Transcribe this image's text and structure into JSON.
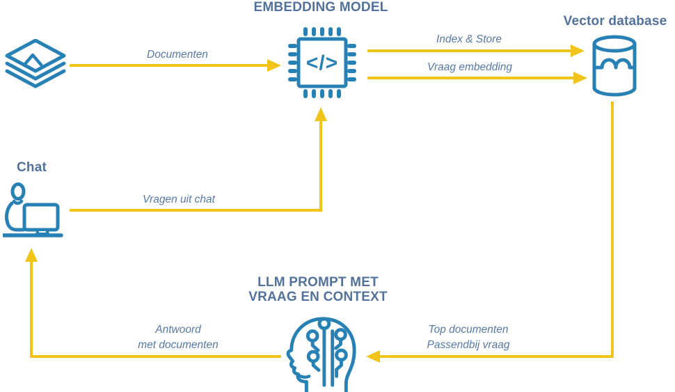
{
  "nodes": {
    "documents": {
      "icon": "document-stack-icon"
    },
    "embedding_model": {
      "title": "EMBEDDING MODEL",
      "icon": "chip-code-icon",
      "chip_glyph": "</>"
    },
    "vector_database": {
      "title": "Vector database",
      "icon": "database-icon"
    },
    "chat": {
      "title": "Chat",
      "icon": "person-computer-icon"
    },
    "llm": {
      "title_line1": "LLM PROMPT MET",
      "title_line2": "VRAAG EN CONTEXT",
      "icon": "ai-head-icon"
    }
  },
  "edges": {
    "documenten": {
      "label": "Documenten",
      "from": "documents",
      "to": "embedding_model"
    },
    "index_store": {
      "label": "Index & Store",
      "from": "embedding_model",
      "to": "vector_database"
    },
    "vraag_embedding": {
      "label": "Vraag embedding",
      "from": "embedding_model",
      "to": "vector_database"
    },
    "vragen_uit_chat": {
      "label": "Vragen uit chat",
      "from": "chat",
      "to": "embedding_model"
    },
    "top_documenten": {
      "label_line1": "Top documenten",
      "label_line2": "Passendbij vraag",
      "from": "vector_database",
      "to": "llm"
    },
    "antwoord": {
      "label_line1": "Antwoord",
      "label_line2": "met documenten",
      "from": "llm",
      "to": "chat"
    }
  },
  "colors": {
    "icon_blue": "#2781B5",
    "arrow_yellow": "#F0C419",
    "title_color": "#53729B",
    "label_color": "#5679A4"
  }
}
